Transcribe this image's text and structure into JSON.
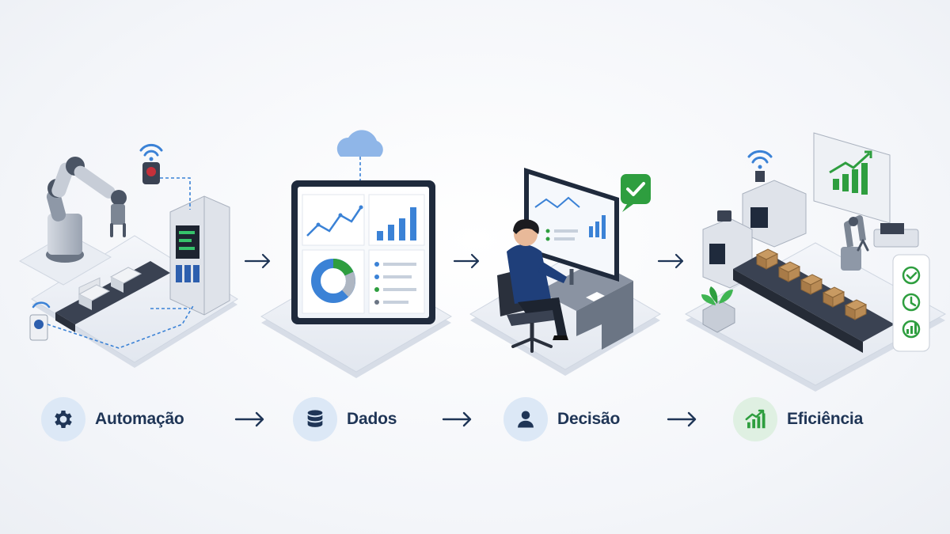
{
  "steps": [
    {
      "label": "Automação",
      "icon": "gear-icon",
      "icon_color": "#1f3556",
      "icon_bg": "#dce8f6"
    },
    {
      "label": "Dados",
      "icon": "database-icon",
      "icon_color": "#1f3556",
      "icon_bg": "#dce8f6"
    },
    {
      "label": "Decisão",
      "icon": "person-icon",
      "icon_color": "#1f3556",
      "icon_bg": "#dce8f6"
    },
    {
      "label": "Eficiência",
      "icon": "growth-chart-icon",
      "icon_color": "#2e9e3f",
      "icon_bg": "#dff0e2"
    }
  ],
  "colors": {
    "navy": "#1f3556",
    "blue": "#3b82d6",
    "green": "#2e9e3f",
    "platform": "#e6eaf1",
    "box": "#c89a62"
  }
}
